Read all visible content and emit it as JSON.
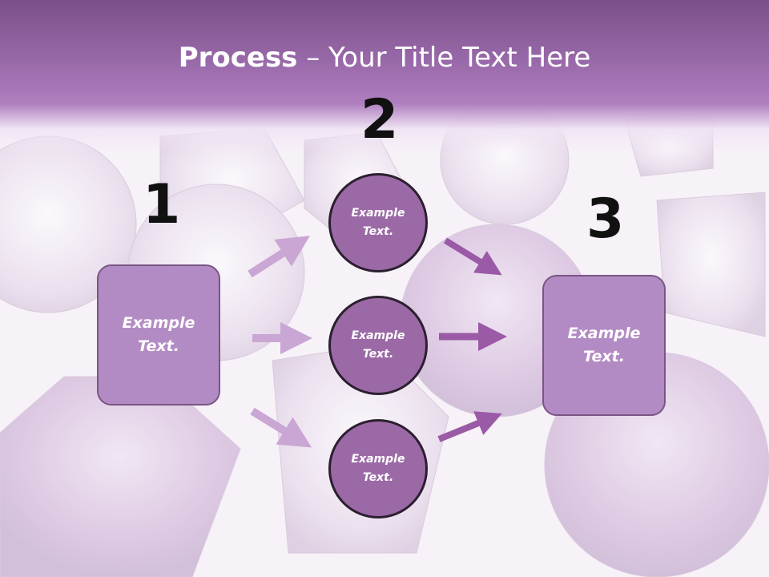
{
  "title": {
    "bold": "Process",
    "rest": " – Your Title Text Here"
  },
  "steps": [
    {
      "number": "1",
      "text": "Example Text."
    },
    {
      "number": "2",
      "text": "Example Text."
    },
    {
      "number": "3",
      "text": "Example Text."
    }
  ],
  "circles": [
    {
      "text": "Example Text."
    },
    {
      "text": "Example Text."
    },
    {
      "text": "Example Text."
    }
  ],
  "colors": {
    "header": "#a473b5",
    "box": "#b38bc4",
    "circle": "#9b6aa6",
    "arrow_light": "#c9a6d4",
    "arrow_dark": "#9a5aa5"
  }
}
